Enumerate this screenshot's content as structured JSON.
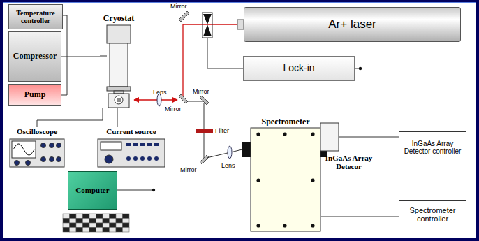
{
  "diagram": {
    "nodes": [
      {
        "text": [
          "Temperature controller"
        ]
      },
      {
        "text": [
          "Compressor"
        ]
      },
      {
        "text": [
          "Pump"
        ]
      },
      {
        "text": [
          "Cryostat"
        ]
      },
      {
        "text": [
          "Ar+ laser"
        ]
      },
      {
        "text": [
          "Lock-in"
        ]
      },
      {
        "text": [
          "Oscilloscope"
        ]
      },
      {
        "text": [
          "Current source"
        ]
      },
      {
        "text": [
          "Spectrometer"
        ]
      },
      {
        "text": [
          "InGaAs Array Detector controller"
        ]
      },
      {
        "text": [
          "InGaAs Array Detecor"
        ]
      },
      {
        "text": [
          "Computer"
        ]
      },
      {
        "text": [
          "Spectrometer controller"
        ]
      }
    ],
    "edges": [
      {
        "from": 1,
        "to": 3,
        "arrow": "none"
      },
      {
        "from": 6,
        "to": 3,
        "arrow": "none"
      },
      {
        "from": 7,
        "to": 3,
        "arrow": "none"
      },
      {
        "from": 10,
        "to": 9,
        "arrow": "none"
      },
      {
        "from": 8,
        "to": 12,
        "arrow": "none"
      }
    ],
    "labels": [
      "Mirror",
      "Lens",
      "Mirror",
      "Mirror",
      "Filter",
      "Mirror",
      "Lens"
    ]
  }
}
